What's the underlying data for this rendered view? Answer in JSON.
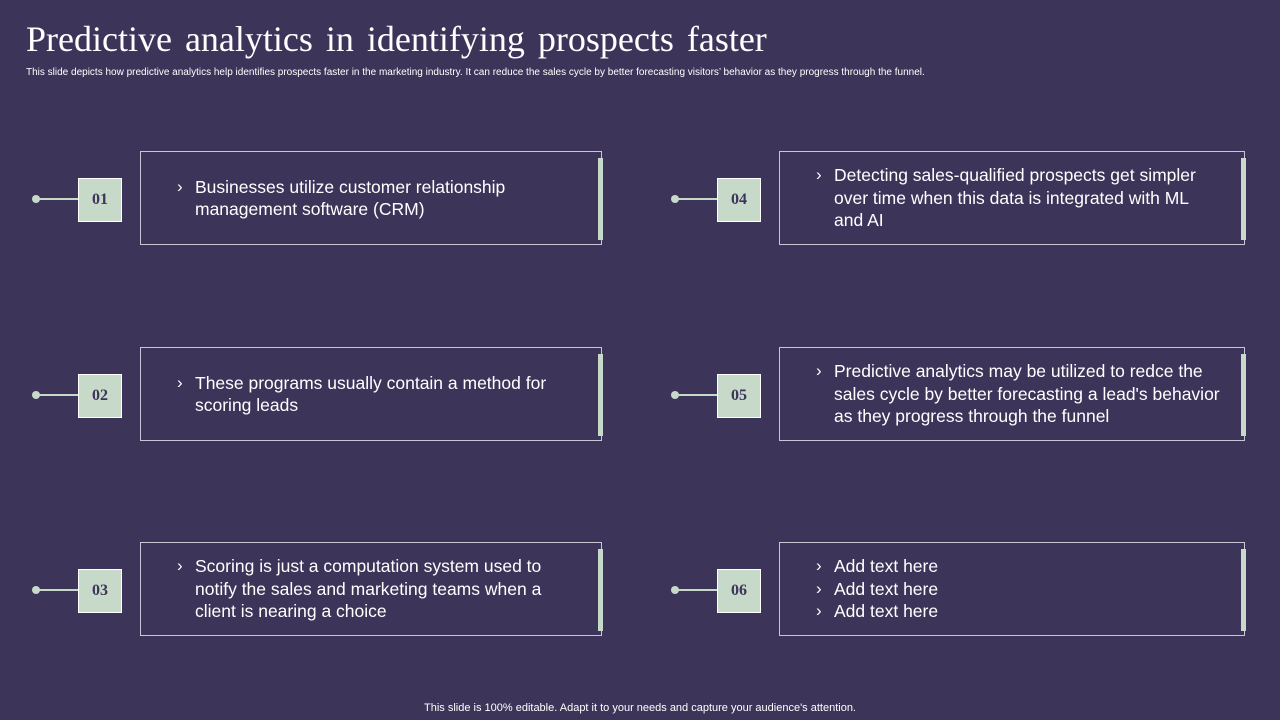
{
  "slide": {
    "title": "Predictive analytics in identifying prospects faster",
    "subtitle": "This slide depicts how predictive analytics help identifies prospects faster in the marketing industry. It can reduce the sales cycle by better forecasting visitors’ behavior as they progress through the funnel.",
    "footer": "This slide is 100% editable. Adapt it to your needs and capture your audience's attention."
  },
  "icons": {
    "bullet": "chevron-right-icon",
    "bullet_glyph": "›"
  },
  "colors": {
    "background": "#3d3459",
    "accent": "#c7d9c9",
    "badge_text": "#3d3459",
    "card_border": "#c9c6d6",
    "text": "#ffffff"
  },
  "items": [
    {
      "number": "01",
      "bullets": [
        "Businesses utilize customer relationship management software (CRM)"
      ]
    },
    {
      "number": "02",
      "bullets": [
        "These programs usually contain a method for scoring leads"
      ]
    },
    {
      "number": "03",
      "bullets": [
        "Scoring is just a computation system used to notify the sales and marketing teams when a client is nearing a choice"
      ]
    },
    {
      "number": "04",
      "bullets": [
        "Detecting sales-qualified prospects get simpler over time when this data is integrated with ML and AI"
      ]
    },
    {
      "number": "05",
      "bullets": [
        "Predictive analytics may be utilized to redce the sales cycle by better forecasting a lead's behavior as they progress through the funnel"
      ]
    },
    {
      "number": "06",
      "bullets": [
        "Add text here",
        "Add text here",
        "Add text here"
      ]
    }
  ]
}
